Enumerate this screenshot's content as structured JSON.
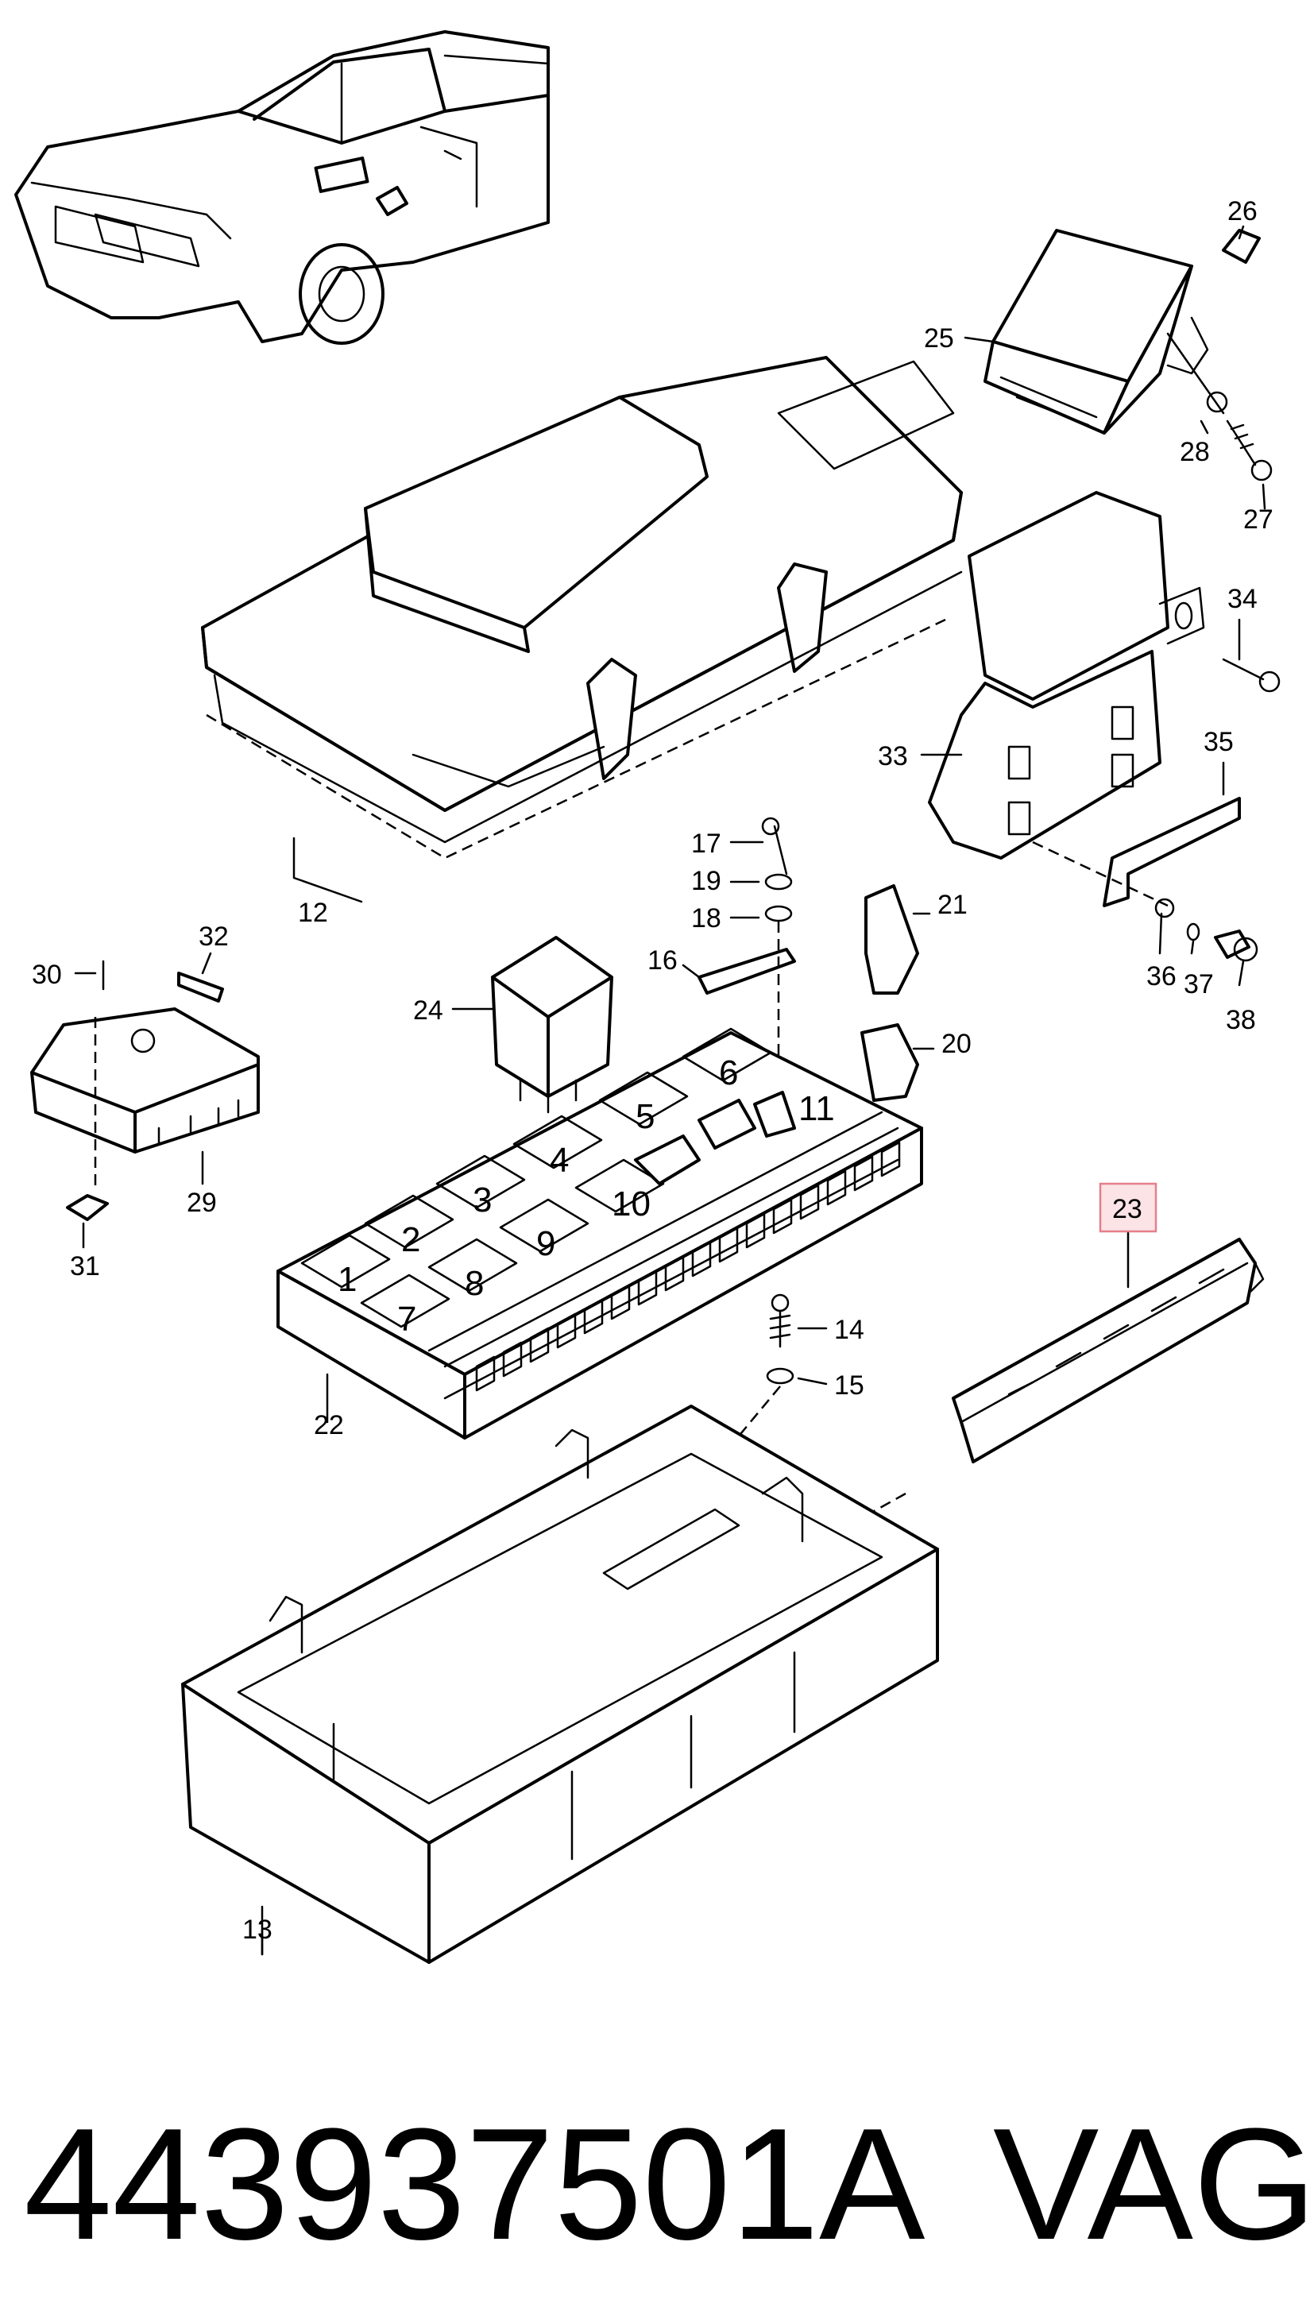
{
  "part_number": "443937501A",
  "brand": "VAG",
  "highlighted_callout": "23",
  "highlight_color": "#e57f8b",
  "callouts": {
    "c1": "1",
    "c2": "2",
    "c3": "3",
    "c4": "4",
    "c5": "5",
    "c6": "6",
    "c7": "7",
    "c8": "8",
    "c9": "9",
    "c10": "10",
    "c11": "11",
    "c12": "12",
    "c13": "13",
    "c14": "14",
    "c15": "15",
    "c16": "16",
    "c17": "17",
    "c18": "18",
    "c19": "19",
    "c20": "20",
    "c21": "21",
    "c22": "22",
    "c23": "23",
    "c24": "24",
    "c25": "25",
    "c26": "26",
    "c27": "27",
    "c28": "28",
    "c29": "29",
    "c30": "30",
    "c31": "31",
    "c32": "32",
    "c33": "33",
    "c34": "34",
    "c35": "35",
    "c36": "36",
    "c37": "37",
    "c38": "38"
  }
}
